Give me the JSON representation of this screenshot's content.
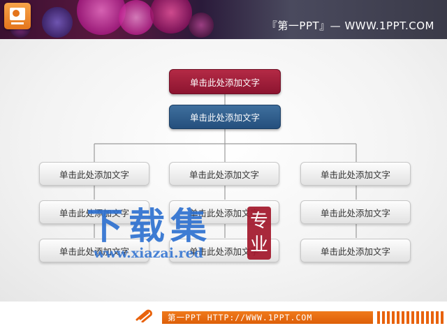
{
  "header": {
    "banner_text": "『第一PPT』— WWW.1PPT.COM"
  },
  "diagram": {
    "root": "单击此处添加文字",
    "second": "单击此处添加文字",
    "columns": [
      [
        "单击此处添加文字",
        "单击此处添加文字",
        "单击此处添加文字"
      ],
      [
        "单击此处添加文字",
        "单击此处添加文字",
        "单击此处添加文字"
      ],
      [
        "单击此处添加文字",
        "单击此处添加文字",
        "单击此处添加文字"
      ]
    ]
  },
  "watermark": {
    "title": "下载集",
    "url": "www.xiazai.red",
    "seal_top": "专",
    "seal_bottom": "业"
  },
  "footer": {
    "text": "第一PPT HTTP://WWW.1PPT.COM"
  },
  "colors": {
    "root_fill": "#9e1b38",
    "second_fill": "#2f5f8f",
    "accent_orange": "#e8620c",
    "watermark_blue": "#2b6fd0"
  },
  "icons": [
    "powerpoint-logo-icon",
    "paperclip-icon"
  ]
}
